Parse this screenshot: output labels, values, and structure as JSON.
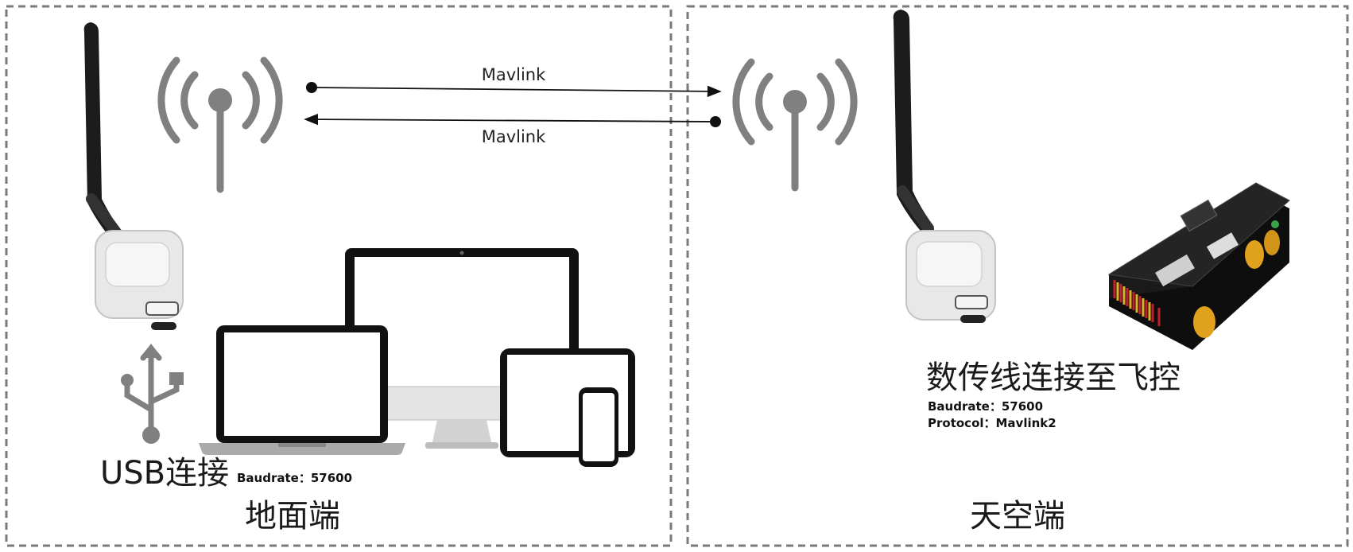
{
  "ground": {
    "usb_label": "USB连接",
    "baud": "Baudrate：57600",
    "title": "地面端"
  },
  "air": {
    "connect_label": "数传线连接至飞控",
    "baud": "Baudrate：57600",
    "protocol": "Protocol：Mavlink2",
    "title": "天空端"
  },
  "links": [
    {
      "label": "Mavlink",
      "direction": "ground-to-air"
    },
    {
      "label": "Mavlink",
      "direction": "air-to-ground"
    }
  ],
  "colors": {
    "border": "#7a7a7a",
    "signal": "#808080",
    "device": "#111111",
    "antenna": "#1c1c1c"
  },
  "icons": [
    "antenna-icon",
    "wifi-signal-icon",
    "usb-icon",
    "laptop-icon",
    "monitor-icon",
    "tablet-icon",
    "phone-icon",
    "flight-controller-icon"
  ]
}
